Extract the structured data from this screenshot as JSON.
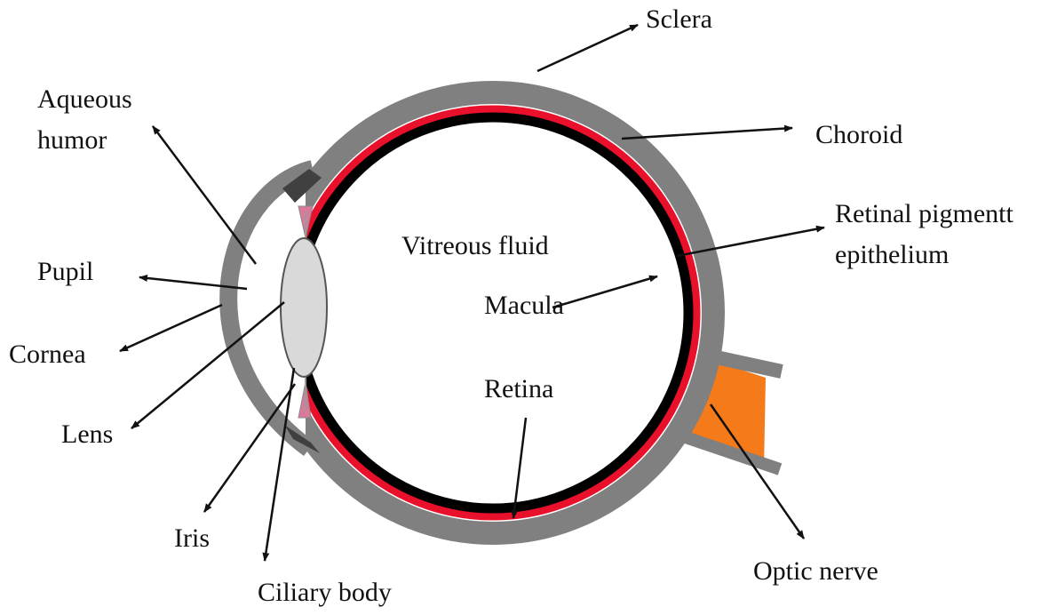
{
  "diagram": {
    "colors": {
      "sclera": "#808080",
      "choroid": "#e8102a",
      "retina": "#000000",
      "lens": "#d9d9d9",
      "iris": "#d97a9a",
      "optic_nerve": "#f47a1a",
      "arrow": "#111111"
    },
    "labels": {
      "sclera": "Sclera",
      "choroid": "Choroid",
      "aqueous_line1": "Aqueous",
      "aqueous_line2": "humor",
      "rpe_line1": "Retinal pigmentt",
      "rpe_line2": "epithelium",
      "vitreous": "Vitreous fluid",
      "pupil": "Pupil",
      "macula": "Macula",
      "cornea": "Cornea",
      "retina": "Retina",
      "lens": "Lens",
      "iris": "Iris",
      "optic_nerve": "Optic nerve",
      "ciliary": "Ciliary body"
    }
  }
}
